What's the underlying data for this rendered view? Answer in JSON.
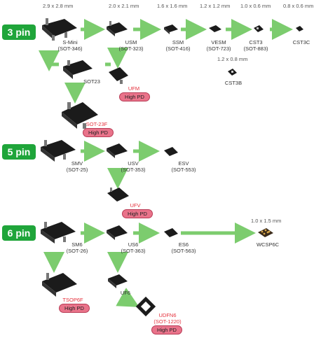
{
  "colors": {
    "badge": "#1fa53a",
    "arrow": "#7ccc6e",
    "pkg": "#1b1b1b",
    "red_text": "#e5303b",
    "high_pd": "#e9738a"
  },
  "sizes": {
    "s1": "2.9 x 2.8 mm",
    "s2": "2.0 x 2.1 mm",
    "s3": "1.6 x 1.6 mm",
    "s4": "1.2 x 1.2 mm",
    "s5": "1.0 x 0.6 mm",
    "s6": "0.8 x 0.6 mm",
    "cst3b": "1.2 x 0.8 mm",
    "wcsp": "1.0 x 1.5 mm"
  },
  "badges": {
    "pin3": "3 pin",
    "pin5": "5 pin",
    "pin6": "6 pin"
  },
  "high_pd": "High PD",
  "packages": {
    "smini_a": "S-Mini",
    "smini_b": "(SOT-346)",
    "usm_a": "USM",
    "usm_b": "(SOT-323)",
    "ssm_a": "SSM",
    "ssm_b": "(SOT-416)",
    "vesm_a": "VESM",
    "vesm_b": "(SOT-723)",
    "cst3_a": "CST3",
    "cst3_b": "(SOT-883)",
    "cst3c": "CST3C",
    "cst3b": "CST3B",
    "sot23": "SOT23",
    "ufm": "UFM",
    "sot23f": "SOT-23F",
    "smv_a": "SMV",
    "smv_b": "(SOT-25)",
    "usv_a": "USV",
    "usv_b": "(SOT-353)",
    "esv_a": "ESV",
    "esv_b": "(SOT-553)",
    "ufv": "UFV",
    "sm6_a": "SM6",
    "sm6_b": "(SOT-26)",
    "us6_a": "US6",
    "us6_b": "(SOT-363)",
    "es6_a": "ES6",
    "es6_b": "(SOT-563)",
    "wcsp6c": "WCSP6C",
    "tsop6f": "TSOP6F",
    "uf6": "UF6",
    "udfn6_a": "UDFN6",
    "udfn6_b": "(SOT-1220)"
  }
}
